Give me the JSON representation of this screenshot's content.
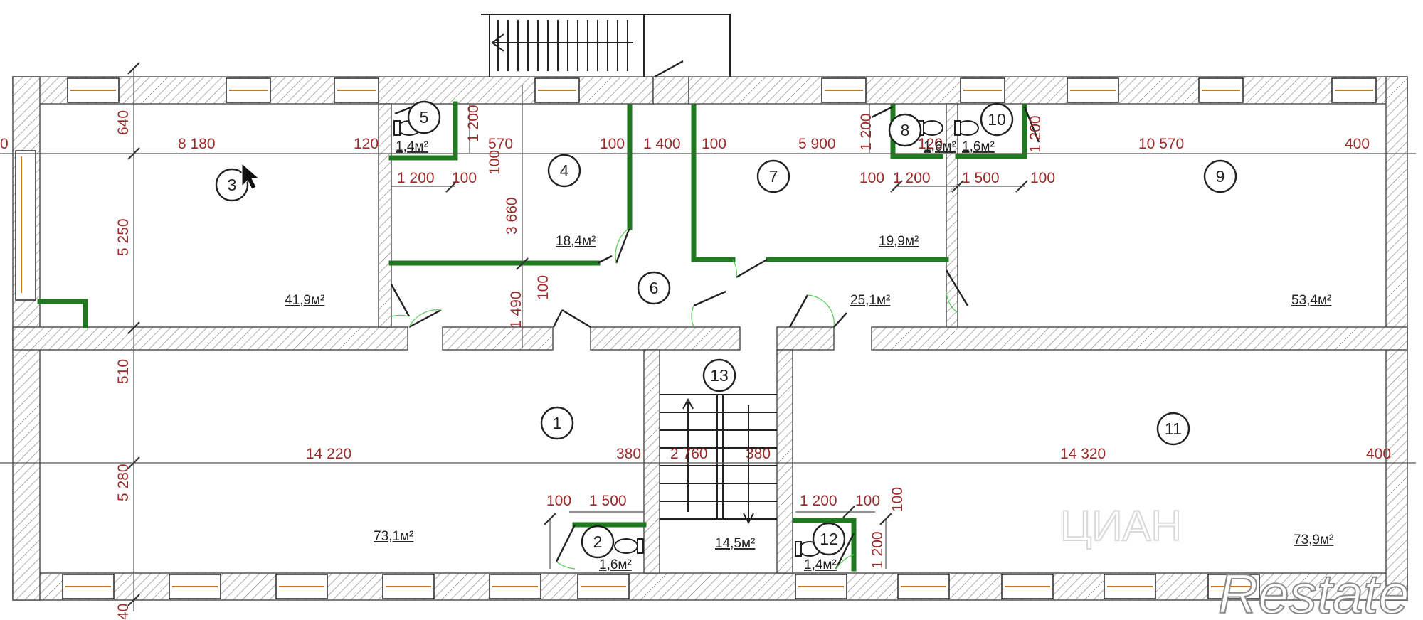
{
  "rooms": [
    {
      "num": "1",
      "area": "73,1м²"
    },
    {
      "num": "2",
      "area": "1,6м²"
    },
    {
      "num": "3",
      "area": "41,9м²"
    },
    {
      "num": "4",
      "area": "18,4м²"
    },
    {
      "num": "5",
      "area": "1,4м²"
    },
    {
      "num": "6",
      "area": "25,1м²"
    },
    {
      "num": "7",
      "area": "19,9м²"
    },
    {
      "num": "8",
      "area": "1,6м²"
    },
    {
      "num": "9",
      "area": "53,4м²"
    },
    {
      "num": "10",
      "area": "1,6м²"
    },
    {
      "num": "11",
      "area": "73,9м²"
    },
    {
      "num": "12",
      "area": "1,4м²"
    },
    {
      "num": "13",
      "area": "14,5м²"
    }
  ],
  "dimensions": [
    "640",
    "8 180",
    "120",
    "570",
    "100",
    "1 400",
    "100",
    "5 900",
    "120",
    "10 570",
    "400",
    "1 200",
    "100",
    "100",
    "1 200",
    "1 500",
    "100",
    "3 660",
    "100",
    "1 200",
    "1 200",
    "5 250",
    "1 490",
    "100",
    "510",
    "14 220",
    "380",
    "2 760",
    "380",
    "14 320",
    "400",
    "5 280",
    "100",
    "1 500",
    "1 200",
    "100",
    "100",
    "1 200",
    "1 200",
    "40",
    "0"
  ],
  "watermark": {
    "brand": "Restate",
    "faint": "ЦИАН"
  },
  "colors": {
    "partition": "#1f7a1f",
    "dimension_text": "#9b2a2a",
    "door_swing": "#55cc55",
    "window_frame": "#c77722"
  }
}
